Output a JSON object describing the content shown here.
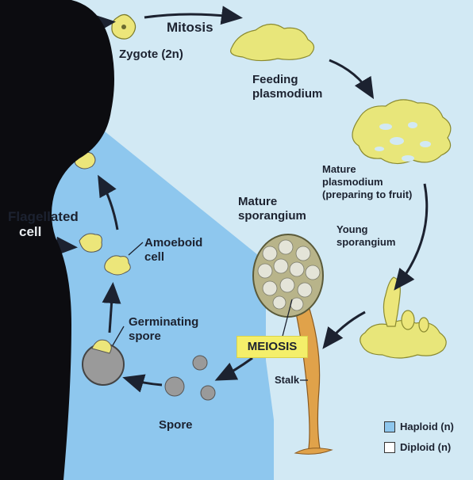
{
  "labels": {
    "mitosis": "Mitosis",
    "zygote": "Zygote (2n)",
    "feeding_plasmodium": [
      "Feeding",
      "plasmodium"
    ],
    "mature_plasmodium": [
      "Mature",
      "plasmodium",
      "(preparing to fruit)"
    ],
    "mature_sporangium": [
      "Mature",
      "sporangium"
    ],
    "young_sporangium": [
      "Young",
      "sporangium"
    ],
    "flagellated_cell": [
      "Flagellated",
      "cell"
    ],
    "amoeboid_cell": [
      "Amoeboid",
      "cell"
    ],
    "germinating_spore": [
      "Germinating",
      "spore"
    ],
    "meiosis": "MEIOSIS",
    "stalk": "Stalk",
    "spore": "Spore"
  },
  "legend": {
    "haploid": "Haploid (n)",
    "diploid": "Diploid (n)"
  },
  "colors": {
    "haploid_bg": "#8ec7ee",
    "diploid_bg": "#d2e9f4",
    "plasmodium": "#eaea7a",
    "meiosis_box": "#f4ef6a",
    "stalk": "#e0a24a",
    "spore": "#9a9a9a"
  }
}
